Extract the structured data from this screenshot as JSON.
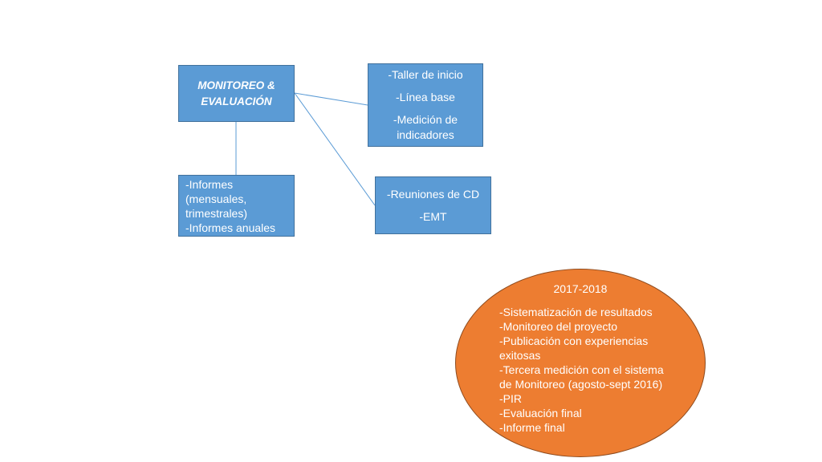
{
  "main_box": {
    "title_line1": "MONITOREO &",
    "title_line2": "EVALUACIÓN"
  },
  "inicio_box": {
    "items": [
      "-Taller de inicio",
      "-Línea base",
      "-Medición de",
      "indicadores"
    ]
  },
  "informes_box": {
    "lines": [
      "-Informes",
      "(mensuales,",
      "trimestrales)",
      "-Informes anuales"
    ]
  },
  "reuniones_box": {
    "items": [
      "-Reuniones de CD",
      "-EMT"
    ]
  },
  "ellipse": {
    "year": "2017-2018",
    "items": [
      "-Sistematización de resultados",
      "-Monitoreo del proyecto",
      "-Publicación con experiencias",
      "exitosas",
      "-Tercera medición con el sistema",
      "de Monitoreo (agosto-sept 2016)",
      "-PIR",
      "-Evaluación final",
      "-Informe final"
    ]
  },
  "colors": {
    "box_fill": "#5b9bd5",
    "box_border": "#41719c",
    "ellipse_fill": "#ed7d31",
    "connector": "#5b9bd5"
  }
}
